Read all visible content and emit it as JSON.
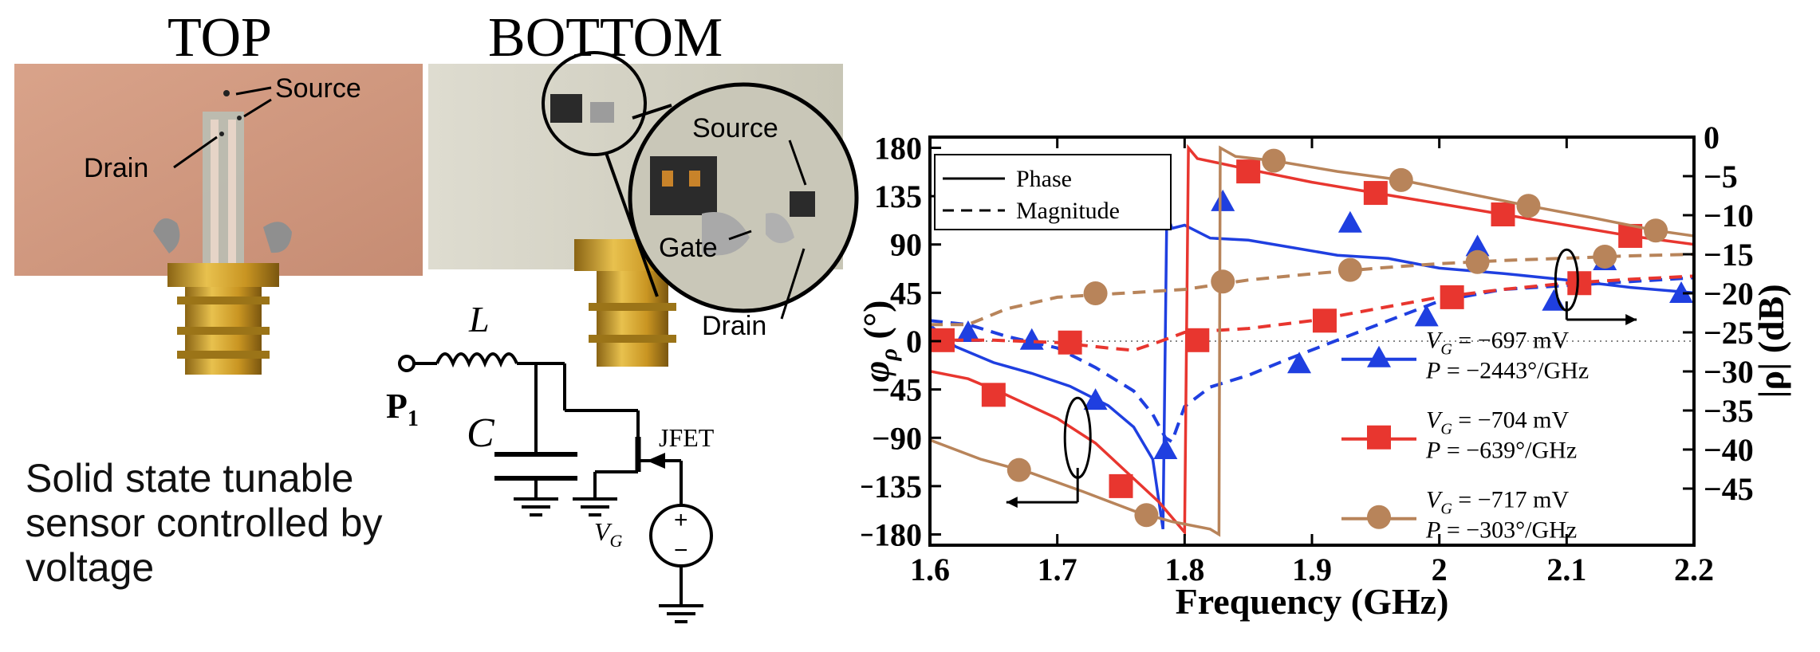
{
  "figure": {
    "top_label": "TOP",
    "bottom_label": "BOTTOM",
    "top_source": "Source",
    "top_drain": "Drain",
    "zoom_source": "Source",
    "zoom_gate": "Gate",
    "zoom_drain": "Drain",
    "circuit": {
      "inductor": "L",
      "capacitor": "C",
      "port": "P",
      "port_sub": "1",
      "transistor": "JFET",
      "gate_voltage": "V",
      "gate_voltage_sub": "G",
      "plus": "+",
      "minus": "−"
    },
    "caption": [
      "Solid state tunable",
      "sensor controlled by",
      "voltage"
    ]
  },
  "chart_data": {
    "type": "line",
    "xlabel": "Frequency (GHz)",
    "ylabel_left": "φ",
    "ylabel_left_sub": "ρ",
    "ylabel_left_unit": "(°)",
    "ylabel_right": "|ρ| (dB)",
    "xlim": [
      1.6,
      2.2
    ],
    "ylim_left": [
      -190,
      190
    ],
    "ylim_right": [
      -50,
      0
    ],
    "xticks": [
      "1.6",
      "1.7",
      "1.8",
      "1.9",
      "2",
      "2.1",
      "2.2"
    ],
    "yticks_left": [
      "180",
      "135",
      "90",
      "45",
      "0",
      "−45",
      "−90",
      "−135",
      "−180"
    ],
    "yticks_right": [
      "0",
      "−5",
      "−10",
      "−15",
      "−20",
      "−25",
      "−30",
      "−35",
      "−40",
      "−45"
    ],
    "grid": false,
    "legend_style": {
      "phase": "Phase",
      "magnitude": "Magnitude"
    },
    "series": [
      {
        "color": "#1f3fe0",
        "marker": "triangle",
        "legend_line1": "V_G = −697 mV",
        "legend_line2": "P = −2443°/GHz",
        "l1_a": "V",
        "l1_b": "G",
        "l1_c": " = −697 mV",
        "l2_a": "P",
        "l2_c": " = −2443°/GHz",
        "phase": [
          [
            1.6,
            15
          ],
          [
            1.62,
            -5
          ],
          [
            1.65,
            -20
          ],
          [
            1.68,
            -30
          ],
          [
            1.71,
            -42
          ],
          [
            1.74,
            -60
          ],
          [
            1.76,
            -80
          ],
          [
            1.775,
            -110
          ],
          [
            1.783,
            -175
          ],
          [
            1.786,
            120
          ],
          [
            1.79,
            105
          ],
          [
            1.8,
            108
          ],
          [
            1.82,
            96
          ],
          [
            1.85,
            94
          ],
          [
            1.88,
            88
          ],
          [
            1.92,
            80
          ],
          [
            1.96,
            77
          ],
          [
            2.0,
            68
          ],
          [
            2.05,
            63
          ],
          [
            2.1,
            57
          ],
          [
            2.15,
            50
          ],
          [
            2.2,
            45
          ]
        ],
        "magnitude": [
          [
            1.6,
            -23.5
          ],
          [
            1.63,
            -24
          ],
          [
            1.66,
            -25.5
          ],
          [
            1.7,
            -27
          ],
          [
            1.73,
            -29.5
          ],
          [
            1.76,
            -32.5
          ],
          [
            1.775,
            -35.5
          ],
          [
            1.785,
            -38.5
          ],
          [
            1.79,
            -39
          ],
          [
            1.8,
            -34.5
          ],
          [
            1.82,
            -32
          ],
          [
            1.85,
            -30.5
          ],
          [
            1.88,
            -28.5
          ],
          [
            1.92,
            -26
          ],
          [
            1.96,
            -23.5
          ],
          [
            2.0,
            -21
          ],
          [
            2.05,
            -19.5
          ],
          [
            2.1,
            -19
          ],
          [
            2.15,
            -18.5
          ],
          [
            2.2,
            -18
          ]
        ],
        "phase_markers": [
          [
            1.73,
            -55
          ],
          [
            1.83,
            130
          ],
          [
            1.93,
            110
          ],
          [
            2.03,
            88
          ],
          [
            2.13,
            75
          ]
        ],
        "mag_markers": [
          [
            1.63,
            -25
          ],
          [
            1.68,
            -26
          ],
          [
            1.785,
            -40
          ],
          [
            1.89,
            -29
          ],
          [
            1.99,
            -23
          ],
          [
            2.09,
            -21
          ],
          [
            2.19,
            -20
          ]
        ]
      },
      {
        "color": "#e8362f",
        "marker": "square",
        "legend_line1": "V_G = −704 mV",
        "legend_line2": "P = −639°/GHz",
        "l1_a": "V",
        "l1_b": "G",
        "l1_c": " = −704 mV",
        "l2_a": "P",
        "l2_c": " = −639°/GHz",
        "phase": [
          [
            1.6,
            -28
          ],
          [
            1.63,
            -35
          ],
          [
            1.66,
            -50
          ],
          [
            1.7,
            -72
          ],
          [
            1.73,
            -95
          ],
          [
            1.76,
            -128
          ],
          [
            1.78,
            -150
          ],
          [
            1.8,
            -178
          ],
          [
            1.803,
            180
          ],
          [
            1.81,
            170
          ],
          [
            1.85,
            160
          ],
          [
            1.9,
            148
          ],
          [
            1.95,
            138
          ],
          [
            2.0,
            128
          ],
          [
            2.05,
            118
          ],
          [
            2.1,
            108
          ],
          [
            2.15,
            98
          ],
          [
            2.2,
            90
          ]
        ],
        "magnitude": [
          [
            1.6,
            -26
          ],
          [
            1.65,
            -26
          ],
          [
            1.7,
            -26.3
          ],
          [
            1.74,
            -27
          ],
          [
            1.76,
            -27.3
          ],
          [
            1.78,
            -26.2
          ],
          [
            1.8,
            -25
          ],
          [
            1.85,
            -24.5
          ],
          [
            1.9,
            -23.5
          ],
          [
            1.95,
            -22
          ],
          [
            2.0,
            -20.5
          ],
          [
            2.05,
            -19.5
          ],
          [
            2.1,
            -18.7
          ],
          [
            2.15,
            -18.2
          ],
          [
            2.2,
            -17.8
          ]
        ],
        "phase_markers": [
          [
            1.65,
            -50
          ],
          [
            1.75,
            -135
          ],
          [
            1.85,
            158
          ],
          [
            1.95,
            138
          ],
          [
            2.05,
            118
          ],
          [
            2.15,
            98
          ]
        ],
        "mag_markers": [
          [
            1.61,
            -26
          ],
          [
            1.71,
            -26.3
          ],
          [
            1.81,
            -26
          ],
          [
            1.91,
            -23.5
          ],
          [
            2.01,
            -20.5
          ],
          [
            2.11,
            -18.7
          ]
        ]
      },
      {
        "color": "#b8845a",
        "marker": "circle",
        "legend_line1": "V_G = −717 mV",
        "legend_line2": "P = −303°/GHz",
        "l1_a": "V",
        "l1_b": "G",
        "l1_c": " = −717 mV",
        "l2_a": "P",
        "l2_c": " = −303°/GHz",
        "phase": [
          [
            1.6,
            -92
          ],
          [
            1.64,
            -110
          ],
          [
            1.68,
            -123
          ],
          [
            1.72,
            -140
          ],
          [
            1.76,
            -158
          ],
          [
            1.79,
            -168
          ],
          [
            1.82,
            -175
          ],
          [
            1.827,
            -180
          ],
          [
            1.828,
            180
          ],
          [
            1.84,
            172
          ],
          [
            1.87,
            168
          ],
          [
            1.92,
            158
          ],
          [
            1.97,
            150
          ],
          [
            2.02,
            138
          ],
          [
            2.07,
            126
          ],
          [
            2.12,
            115
          ],
          [
            2.17,
            103
          ],
          [
            2.2,
            98
          ]
        ],
        "magnitude": [
          [
            1.6,
            -24
          ],
          [
            1.63,
            -24
          ],
          [
            1.66,
            -22
          ],
          [
            1.7,
            -20.5
          ],
          [
            1.75,
            -20
          ],
          [
            1.8,
            -19.5
          ],
          [
            1.85,
            -18.3
          ],
          [
            1.9,
            -17.5
          ],
          [
            1.95,
            -16.8
          ],
          [
            2.0,
            -16.2
          ],
          [
            2.05,
            -15.8
          ],
          [
            2.1,
            -15.5
          ],
          [
            2.15,
            -15.2
          ],
          [
            2.2,
            -15
          ]
        ],
        "phase_markers": [
          [
            1.67,
            -120
          ],
          [
            1.77,
            -162
          ],
          [
            1.87,
            168
          ],
          [
            1.97,
            150
          ],
          [
            2.07,
            126
          ],
          [
            2.17,
            103
          ]
        ],
        "mag_markers": [
          [
            1.73,
            -20
          ],
          [
            1.83,
            -18.5
          ],
          [
            1.93,
            -17
          ],
          [
            2.03,
            -16
          ],
          [
            2.13,
            -15.3
          ]
        ]
      }
    ]
  }
}
